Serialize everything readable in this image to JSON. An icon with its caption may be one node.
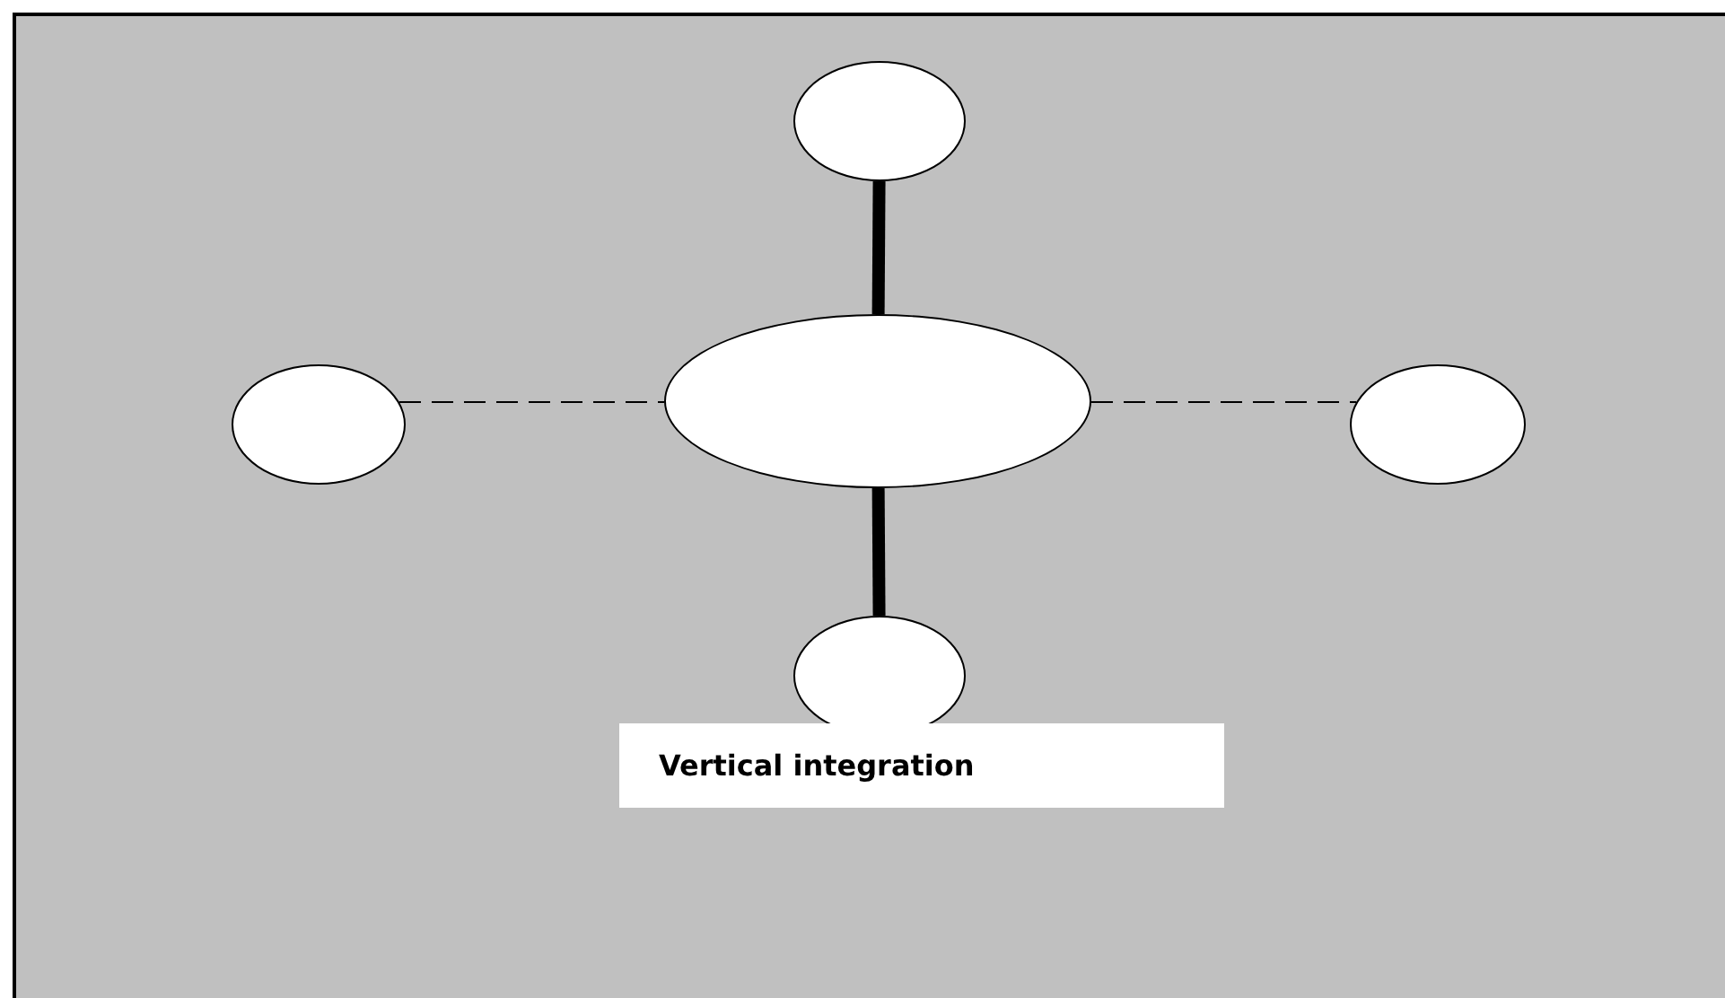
{
  "diagram": {
    "nodes": [
      {
        "text": [],
        "shape": "circle"
      },
      {
        "text": [],
        "shape": "circle"
      },
      {
        "text": [],
        "shape": "circle"
      },
      {
        "text": [],
        "shape": "circle"
      },
      {
        "text": [],
        "shape": "circle"
      },
      {
        "text": [
          "Vertical integration"
        ]
      }
    ],
    "edges": [
      {
        "from": 0,
        "to": 2,
        "arrow": "none",
        "style": "thick"
      },
      {
        "from": 2,
        "to": 4,
        "arrow": "none",
        "style": "thick"
      },
      {
        "from": 1,
        "to": 2,
        "arrow": "none",
        "style": "dashed"
      },
      {
        "from": 2,
        "to": 3,
        "arrow": "none",
        "style": "dashed"
      }
    ]
  }
}
